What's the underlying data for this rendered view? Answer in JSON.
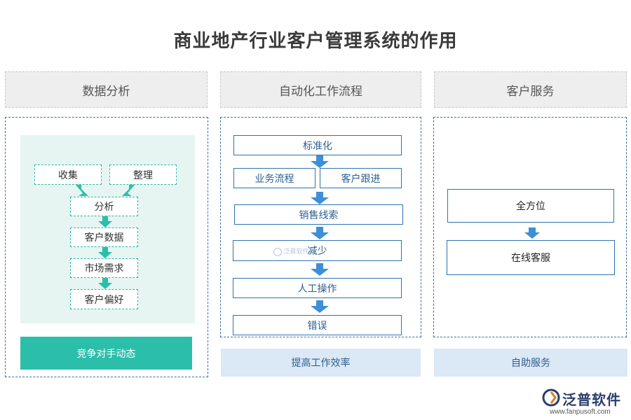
{
  "title": "商业地产行业客户管理系统的作用",
  "columns": [
    {
      "header": "数据分析",
      "nodes": [
        "收集",
        "整理",
        "分析",
        "客户数据",
        "市场需求",
        "客户偏好"
      ],
      "footer": "竞争对手动态"
    },
    {
      "header": "自动化工作流程",
      "nodes": [
        "标准化",
        "业务流程",
        "客户跟进",
        "销售线索",
        "减少",
        "人工操作",
        "错误"
      ],
      "footer": "提高工作效率",
      "watermark": "泛普软件"
    },
    {
      "header": "客户服务",
      "nodes": [
        "全方位",
        "在线客服"
      ],
      "footer": "自助服务"
    }
  ],
  "logo": {
    "name": "泛普软件",
    "url": "www.fanpusoft.com"
  },
  "colors": {
    "teal": "#2bbfaa",
    "blue": "#2f73b0",
    "mint_panel": "#e6f5f1",
    "light_blue_bar": "#dbe8f5"
  }
}
